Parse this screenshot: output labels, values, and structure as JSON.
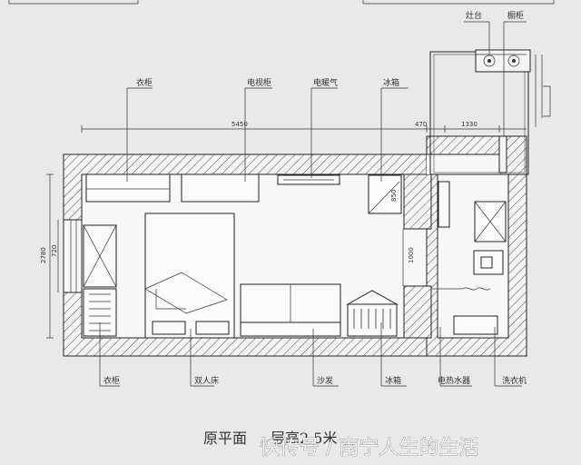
{
  "top_labels": {
    "wardrobe_desk": "衣柜",
    "tv_cabinet": "电视柜",
    "heater": "电暖气",
    "fridge": "冰箱",
    "stove": "灶台",
    "cabinet": "橱柜"
  },
  "bottom_labels": {
    "closet": "衣柜",
    "double_bed": "双人床",
    "sofa": "沙发",
    "fridge": "冰箱",
    "water_heater": "电热水器",
    "washer": "洗衣机"
  },
  "dimensions": {
    "width_main": "5450",
    "width_a": "470",
    "width_b": "1330",
    "height_total": "2780",
    "height_window": "720",
    "dim_850": "850",
    "dim_1000": "1000"
  },
  "caption": {
    "main": "原平面",
    "sub": "层高2.5米"
  },
  "watermark": "快传号 / 南宁人生的生活"
}
